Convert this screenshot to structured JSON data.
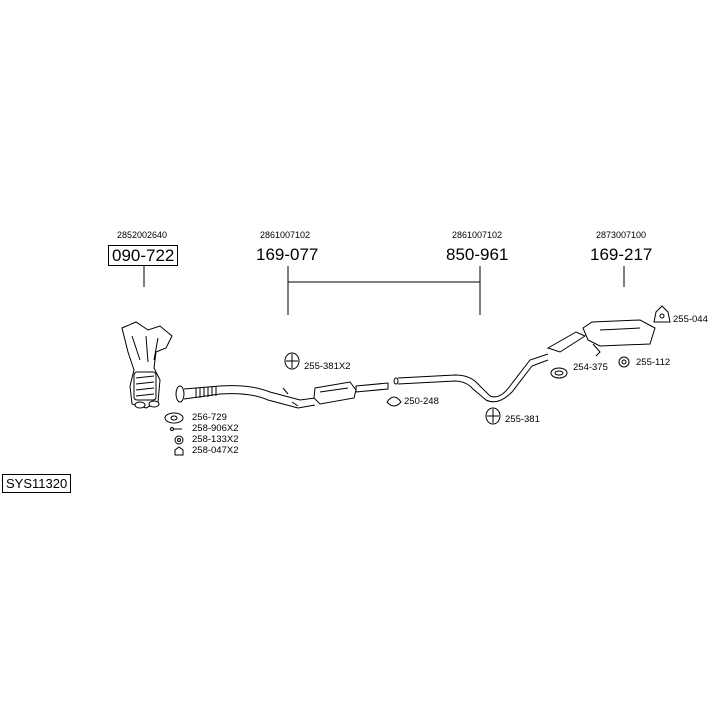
{
  "diagram": {
    "system_code": "SYS11320",
    "groups": [
      {
        "oem": "2852002640",
        "part": "090-722",
        "boxed": true
      },
      {
        "oem": "2861007102",
        "part": "169-077",
        "boxed": false
      },
      {
        "oem": "2861007102",
        "part": "850-961",
        "boxed": false
      },
      {
        "oem": "2873007100",
        "part": "169-217",
        "boxed": false
      }
    ],
    "fittings": [
      {
        "part": "256-729"
      },
      {
        "part": "258-906X2"
      },
      {
        "part": "258-133X2"
      },
      {
        "part": "258-047X2"
      },
      {
        "part": "255-381X2"
      },
      {
        "part": "250-248"
      },
      {
        "part": "255-381"
      },
      {
        "part": "254-375"
      },
      {
        "part": "255-112"
      },
      {
        "part": "255-044"
      }
    ]
  }
}
